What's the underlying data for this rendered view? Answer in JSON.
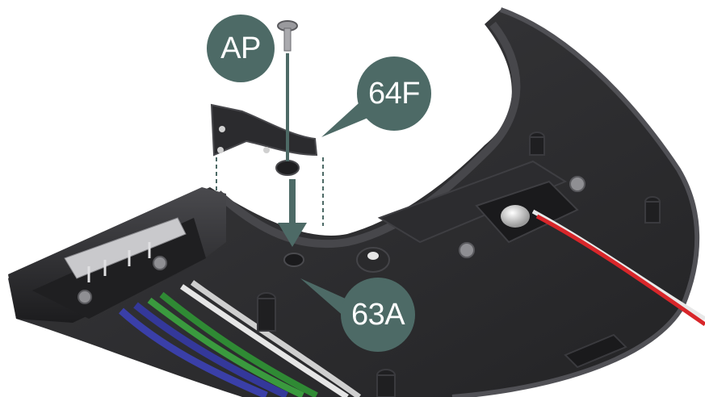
{
  "colors": {
    "badge_background": "#4d6a66",
    "badge_text": "#ffffff",
    "arrow": "#4d6a66",
    "part_dark": "#2a2a2c",
    "wire_red": "#d8262a",
    "wire_white": "#e8e8e8",
    "wire_blue": "#3a3fa8",
    "wire_green": "#3a9a3e"
  },
  "callouts": {
    "screw": "AP",
    "hinge_part": "64F",
    "mount_post": "63A"
  }
}
